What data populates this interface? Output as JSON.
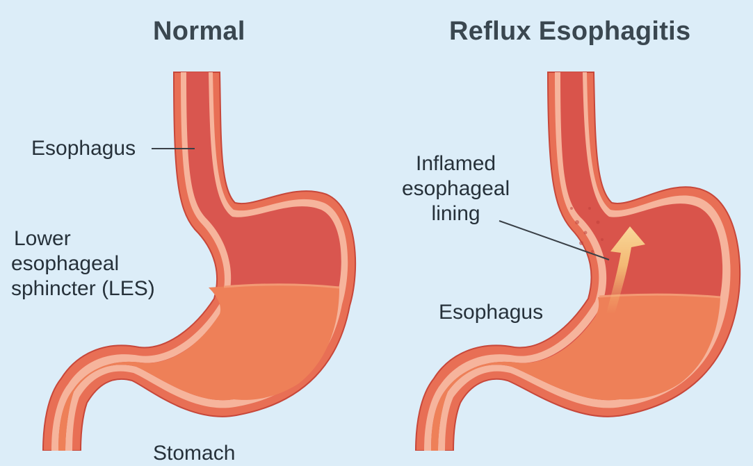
{
  "panels": {
    "normal": {
      "title": "Normal",
      "labels": {
        "esophagus": "Esophagus",
        "les": [
          "Lower",
          "esophageal",
          "sphincter (LES)"
        ],
        "stomach": "Stomach"
      }
    },
    "reflux": {
      "title": "Reflux Esophagitis",
      "labels": {
        "inflamed": [
          "Inflamed",
          "esophageal",
          "lining"
        ],
        "esophagus": "Esophagus"
      }
    }
  },
  "colors": {
    "background": "#dcedf8",
    "wall": "#e86f55",
    "lining": "#f6b49c",
    "lumen": "#d9564f",
    "contents": "#ee8058",
    "arrow": "#f6c478",
    "leader_line": "#3a4047"
  }
}
